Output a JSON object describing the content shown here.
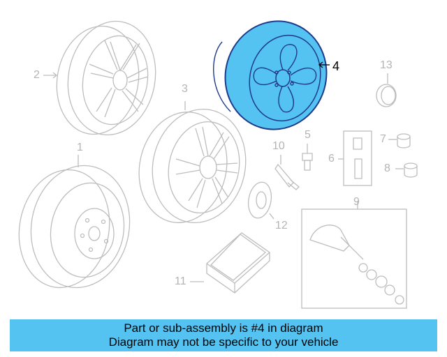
{
  "callouts": {
    "c1": "1",
    "c2": "2",
    "c3": "3",
    "c4": "4",
    "c5": "5",
    "c6": "6",
    "c7": "7",
    "c8": "8",
    "c9": "9",
    "c10": "10",
    "c11": "11",
    "c12": "12",
    "c13": "13"
  },
  "highlighted_part": "4",
  "banner": {
    "line1": "Part or sub-assembly is #4 in diagram",
    "line2": "Diagram may not be specific to your vehicle"
  },
  "colors": {
    "highlight": "#55c3f1",
    "outline": "#bdbdbd",
    "banner": "#55c3f1"
  }
}
